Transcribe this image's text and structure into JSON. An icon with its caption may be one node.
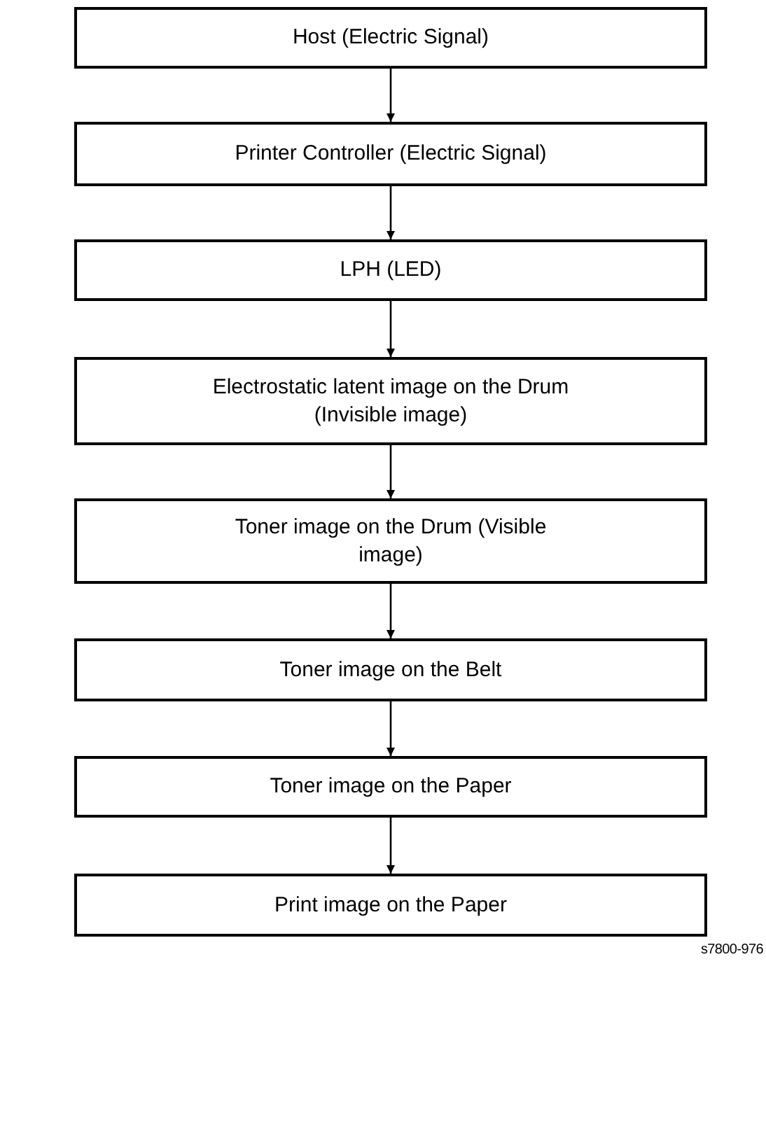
{
  "diagram": {
    "nodes": [
      {
        "text": [
          "Host (Electric Signal)"
        ]
      },
      {
        "text": [
          "Printer Controller (Electric Signal)"
        ]
      },
      {
        "text": [
          "LPH (LED)"
        ]
      },
      {
        "text": [
          "Electrostatic latent image on the Drum (Invisible image)"
        ]
      },
      {
        "text": [
          "Toner image on the Drum (Visible image)"
        ]
      },
      {
        "text": [
          "Toner image on the Belt"
        ]
      },
      {
        "text": [
          "Toner image on the Paper"
        ]
      },
      {
        "text": [
          "Print image on the Paper"
        ]
      }
    ],
    "edges": [
      {
        "from": 0,
        "to": 1,
        "arrow": "to"
      },
      {
        "from": 1,
        "to": 2,
        "arrow": "to"
      },
      {
        "from": 2,
        "to": 3,
        "arrow": "to"
      },
      {
        "from": 3,
        "to": 4,
        "arrow": "to"
      },
      {
        "from": 4,
        "to": 5,
        "arrow": "to"
      },
      {
        "from": 5,
        "to": 6,
        "arrow": "to"
      },
      {
        "from": 6,
        "to": 7,
        "arrow": "to"
      }
    ],
    "labels": [
      "s7800-976"
    ]
  }
}
